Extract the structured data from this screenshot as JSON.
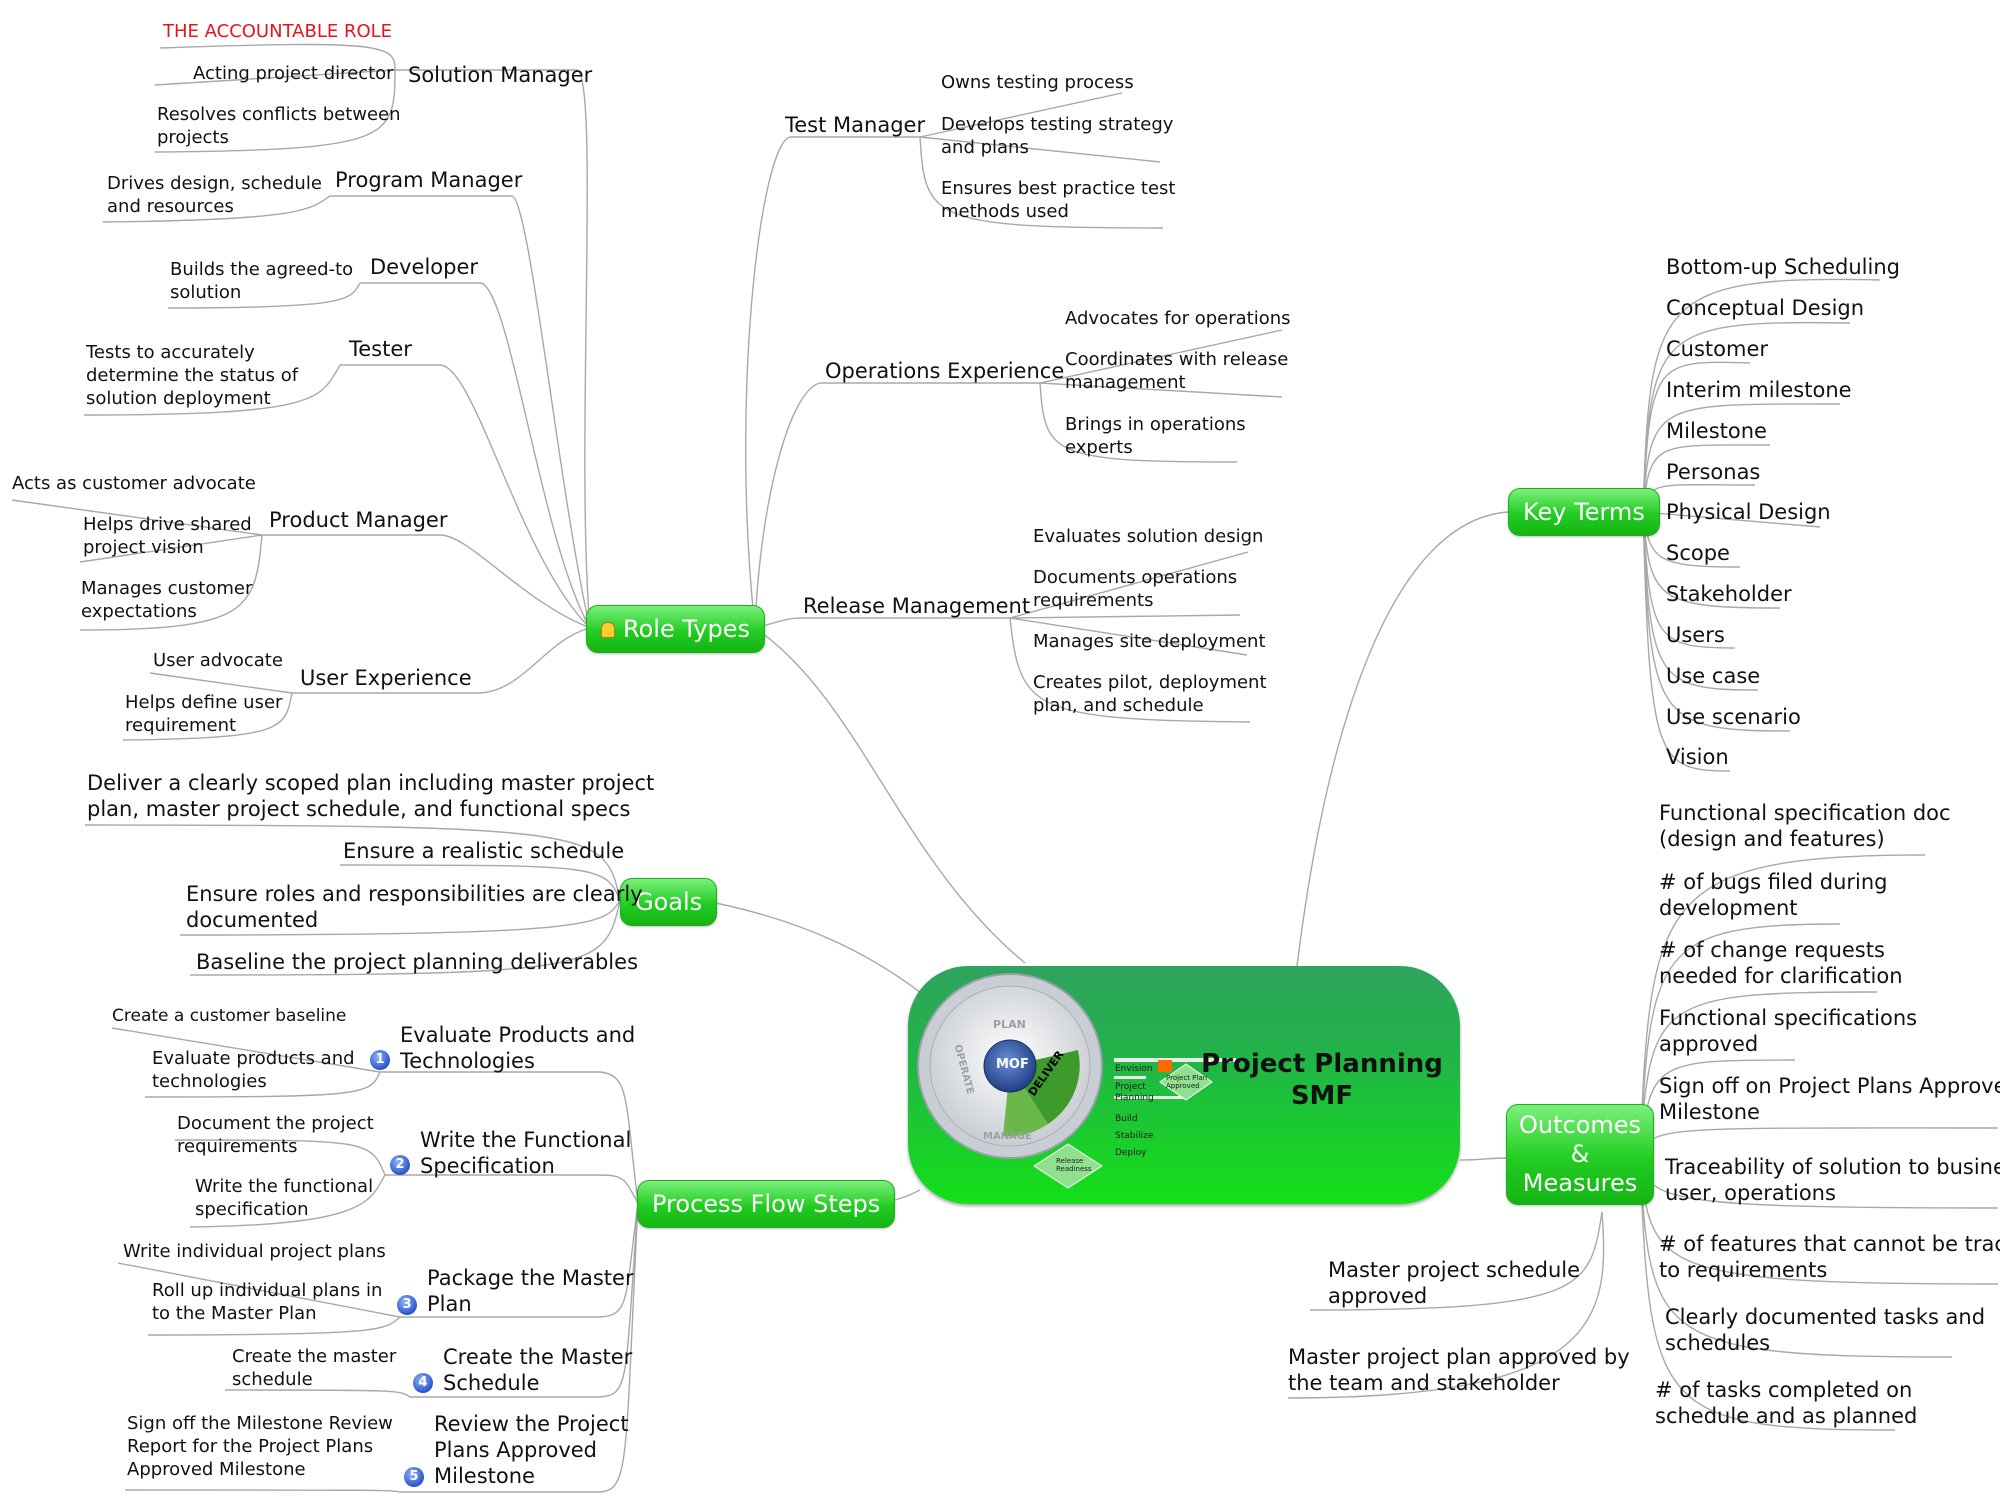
{
  "center": {
    "title": "Project Planning\nSMF",
    "mof": {
      "plan": "PLAN",
      "deliver": "DELIVER",
      "manage": "MANAGE",
      "operate": "OPERATE",
      "core": "MOF"
    },
    "phases": [
      "Envision",
      "Project\nPlanning",
      "Build",
      "Stabilize",
      "Deploy"
    ],
    "milestones": [
      "Project Plan\nApproved",
      "Release\nReadiness"
    ]
  },
  "role_types": {
    "label": "Role Types",
    "solution_manager": {
      "label": "Solution Manager",
      "items": [
        "THE ACCOUNTABLE ROLE",
        "Acting project director",
        "Resolves conflicts between\nprojects"
      ]
    },
    "program_manager": {
      "label": "Program Manager",
      "items": [
        "Drives design, schedule\nand resources"
      ]
    },
    "developer": {
      "label": "Developer",
      "items": [
        "Builds the agreed-to\nsolution"
      ]
    },
    "tester": {
      "label": "Tester",
      "items": [
        "Tests to accurately\ndetermine the status of\nsolution deployment"
      ]
    },
    "product_manager": {
      "label": "Product Manager",
      "items": [
        "Acts as customer advocate",
        "Helps drive shared\nproject vision",
        "Manages customer\nexpectations"
      ]
    },
    "user_experience": {
      "label": "User Experience",
      "items": [
        "User advocate",
        "Helps define user\nrequirement"
      ]
    },
    "test_manager": {
      "label": "Test Manager",
      "items": [
        "Owns testing process",
        "Develops testing strategy\nand plans",
        "Ensures best practice test\nmethods used"
      ]
    },
    "operations_experience": {
      "label": "Operations Experience",
      "items": [
        "Advocates for  operations",
        "Coordinates with release\nmanagement",
        "Brings in operations\nexperts"
      ]
    },
    "release_management": {
      "label": "Release Management",
      "items": [
        "Evaluates solution design",
        "Documents operations\nrequirements",
        "Manages site deployment",
        "Creates pilot, deployment\nplan, and schedule"
      ]
    }
  },
  "goals": {
    "label": "Goals",
    "items": [
      "Deliver a clearly scoped plan including master project\nplan, master project schedule, and functional specs",
      "Ensure a realistic schedule",
      "Ensure roles and responsibilities are clearly\ndocumented",
      "Baseline the project planning deliverables"
    ]
  },
  "process_flow": {
    "label": "Process Flow Steps",
    "steps": [
      {
        "num": "1",
        "label": "Evaluate Products and\nTechnologies",
        "items": [
          "Create a customer baseline",
          "Evaluate products and\ntechnologies"
        ]
      },
      {
        "num": "2",
        "label": "Write the Functional\nSpecification",
        "items": [
          "Document the project\nrequirements",
          "Write the functional\nspecification"
        ]
      },
      {
        "num": "3",
        "label": "Package the Master\nPlan",
        "items": [
          "Write individual project plans",
          "Roll up individual plans in\nto the Master Plan"
        ]
      },
      {
        "num": "4",
        "label": "Create the Master\nSchedule",
        "items": [
          "Create the master\nschedule"
        ]
      },
      {
        "num": "5",
        "label": "Review the Project\nPlans Approved\nMilestone",
        "items": [
          "Sign off the Milestone Review\nReport for the Project Plans\nApproved Milestone"
        ]
      }
    ]
  },
  "key_terms": {
    "label": "Key Terms",
    "items": [
      "Bottom-up Scheduling",
      "Conceptual Design",
      "Customer",
      "Interim milestone",
      "Milestone",
      "Personas",
      "Physical Design",
      "Scope",
      "Stakeholder",
      "Users",
      "Use case",
      "Use scenario",
      "Vision"
    ]
  },
  "outcomes": {
    "label": "Outcomes\n&\nMeasures",
    "right": [
      "Functional specification doc\n(design and features)",
      "# of bugs filed during\ndevelopment",
      "# of change requests\nneeded for clarification",
      "Functional specifications\napproved",
      "Sign off on Project Plans Approved\nMilestone",
      "Traceability of solution to business,\nuser, operations",
      "# of features that cannot be traced\nto requirements",
      "Clearly documented tasks and\nschedules",
      "# of tasks completed on\nschedule and as planned"
    ],
    "left": [
      "Master project schedule\napproved",
      "Master project plan approved by\nthe team and stakeholder"
    ]
  },
  "colors": {
    "node_green": "#22cc22",
    "line": "#9a9a9a",
    "accent_red": "#e8141b",
    "center_dark": "#2fa35e"
  }
}
